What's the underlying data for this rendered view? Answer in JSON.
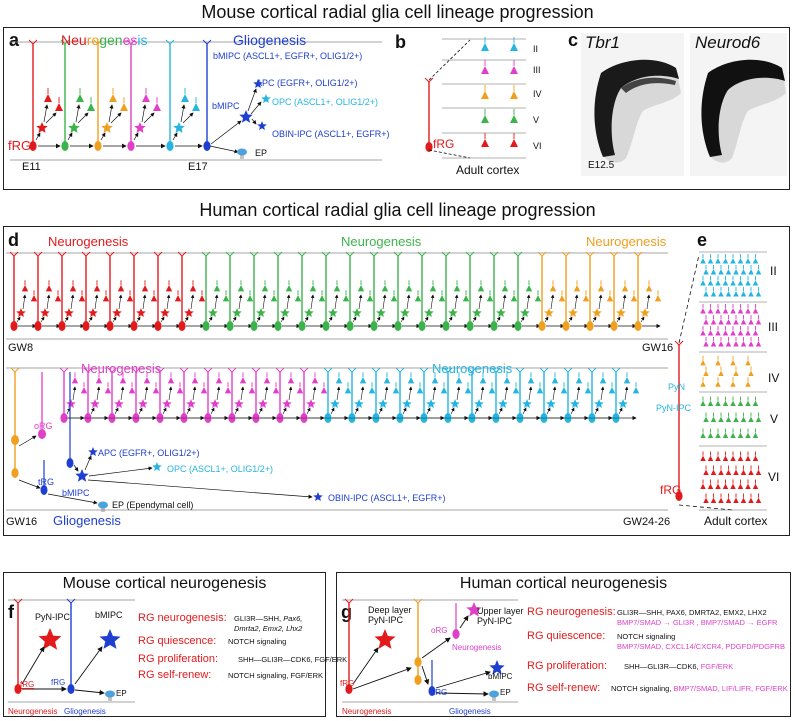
{
  "titles": {
    "mouse_lineage": "Mouse cortical radial glia cell lineage progression",
    "human_lineage": "Human cortical radial glia cell lineage progression",
    "mouse_neurogenesis": "Mouse cortical neurogenesis",
    "human_neurogenesis": "Human cortical neurogenesis"
  },
  "panel_labels": {
    "a": "a",
    "b": "b",
    "c": "c",
    "d": "d",
    "e": "e",
    "f": "f",
    "g": "g"
  },
  "panel_a": {
    "neurogenesis_letters": [
      "N",
      "e",
      "u",
      "r",
      "o",
      "g",
      "e",
      "n",
      "e",
      "s",
      "i",
      "s"
    ],
    "neurogenesis_colors": [
      "#e31a1c",
      "#e31a1c",
      "#e31a1c",
      "#f0a020",
      "#f0a020",
      "#3cb44b",
      "#3cb44b",
      "#3cb44b",
      "#e040c8",
      "#e040c8",
      "#25b5e0",
      "#25b5e0"
    ],
    "gliogenesis": "Gliogenesis",
    "bmipc_top": "bMIPC (ASCL1+, EGFR+, OLIG1/2+)",
    "apc": "APC (EGFR+, OLIG1/2+)",
    "bmipc": "bMIPC",
    "opc": "OPC (ASCL1+, OLIG1/2+)",
    "obin": "OBIN-IPC (ASCL1+, EGFR+)",
    "ep": "EP",
    "frg": "fRG",
    "e11": "E11",
    "e17": "E17"
  },
  "panel_b": {
    "layers": [
      "II",
      "III",
      "IV",
      "V",
      "VI"
    ],
    "frg": "fRG",
    "caption": "Adult cortex"
  },
  "panel_c": {
    "gene1": "Tbr1",
    "gene2": "Neurod6",
    "stage": "E12.5"
  },
  "panel_d": {
    "neuro_red": "Neurogenesis",
    "neuro_green": "Neurogenesis",
    "neuro_orange": "Neurogenesis",
    "neuro_magenta": "Neurogenesis",
    "neuro_cyan": "Neurogenesis",
    "gw8": "GW8",
    "gw16_top": "GW16",
    "gw16": "GW16",
    "gw24": "GW24-26",
    "org": "oRG",
    "trg": "tRG",
    "bmipc": "bMIPC",
    "apc": "APC (EGFR+, OLIG1/2+)",
    "opc": "OPC (ASCL1+, OLIG1/2+)",
    "obin": "OBIN-IPC (ASCL1+, EGFR+)",
    "ep": "EP (Ependymal cell)",
    "gliogenesis": "Gliogenesis",
    "pyn": "PyN",
    "pyn_ipc": "PyN-IPC"
  },
  "panel_e": {
    "layers": [
      "II",
      "III",
      "IV",
      "V",
      "VI"
    ],
    "frg": "fRG",
    "caption": "Adult cortex"
  },
  "panel_f": {
    "pyn_ipc": "PyN-IPC",
    "bmipc": "bMIPC",
    "frg1": "fRG",
    "frg2": "fRG",
    "ep": "EP",
    "neurogenesis": "Neurogenesis",
    "gliogenesis": "Gliogenesis",
    "rg_neuro": "RG neurogenesis:",
    "rg_neuro_txt1": "GLI3R—SHH,",
    "rg_neuro_txt1i": " Pax6,",
    "rg_neuro_txt2": "Dmrta2, Emx2, Lhx2",
    "rg_quies": "RG quiescence:",
    "rg_quies_txt": "NOTCH signaling",
    "rg_prolif": "RG proliferation:",
    "rg_prolif_txt": "SHH—GLI3R—CDK6, FGF/ERK",
    "rg_self": "RG self-renew:",
    "rg_self_txt": "NOTCH signaling, FGF/ERK"
  },
  "panel_g": {
    "deep": "Deep layer",
    "deep2": "PyN-IPC",
    "upper": "Upper layer",
    "upper2": "PyN-IPC",
    "org": "oRG",
    "neurogenesis_mid": "Neurogenesis",
    "bmipc": "bMIPC",
    "trg": "tRG",
    "ep": "EP",
    "frg": "fRG",
    "neurogenesis": "Neurogenesis",
    "gliogenesis": "Gliogenesis",
    "rg_neuro": "RG neurogenesis:",
    "rg_neuro_txt1": "GLI3R—SHH, PAX6, DMRTA2, EMX2, LHX2",
    "rg_neuro_txt2": "BMP7/SMAD → GLI3R ,  BMP7/SMAD → EGFR",
    "rg_quies": "RG quiescence:",
    "rg_quies_txt1": "NOTCH signaling",
    "rg_quies_txt2": "BMP7/SMAD, CXCL14/CXCR4, PDGFD/PDGFRB",
    "rg_prolif": "RG proliferation:",
    "rg_prolif_txt1": "SHH—GLI3R—CDK6,",
    "rg_prolif_txt2": " FGF/ERK",
    "rg_self": "RG self-renew:",
    "rg_self_txt1": "NOTCH signaling,",
    "rg_self_txt2": " BMP7/SMAD, LIF/LIFR, FGF/ERK"
  },
  "colors": {
    "red": "#e31a1c",
    "green": "#3cb44b",
    "orange": "#f0a020",
    "magenta": "#e040c8",
    "cyan": "#25b5e0",
    "blue": "#1f3fd0",
    "lightblue": "#4aa3df",
    "gray": "#555555"
  }
}
